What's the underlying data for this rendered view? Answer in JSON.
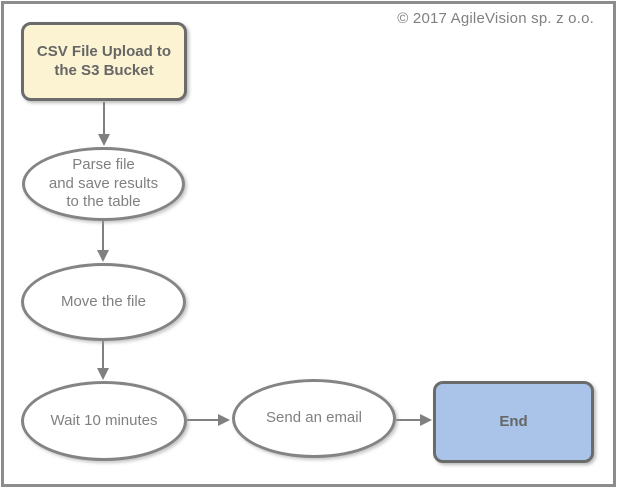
{
  "window": {
    "copyright": "© 2017 AgileVision sp. z o.o."
  },
  "diagram": {
    "type": "flowchart",
    "background": "#FFFFFF",
    "frame_color": "#8C8C8C",
    "arrow_color": "#808080",
    "nodes": [
      {
        "id": "start",
        "shape": "rounded-rectangle",
        "label": "CSV File Upload to the S3 Bucket",
        "fill": "#FBF3D2",
        "border_color": "#6B6B6B",
        "text_color": "#666666",
        "bold": true
      },
      {
        "id": "parse",
        "shape": "ellipse",
        "label": "Parse file and save results to the table",
        "lines": [
          "Parse file",
          "and save results",
          "to the table"
        ],
        "fill": "#FFFFFF",
        "border_color": "#848484",
        "text_color": "#808080"
      },
      {
        "id": "move",
        "shape": "ellipse",
        "label": "Move the file",
        "fill": "#FFFFFF",
        "border_color": "#848484",
        "text_color": "#808080"
      },
      {
        "id": "wait",
        "shape": "ellipse",
        "label": "Wait 10 minutes",
        "fill": "#FFFFFF",
        "border_color": "#848484",
        "text_color": "#808080"
      },
      {
        "id": "send",
        "shape": "ellipse",
        "label": "Send an email",
        "fill": "#FFFFFF",
        "border_color": "#848484",
        "text_color": "#808080"
      },
      {
        "id": "end",
        "shape": "rounded-rectangle",
        "label": "End",
        "fill": "#A9C4E8",
        "border_color": "#6B6B6B",
        "text_color": "#666666",
        "bold": true
      }
    ],
    "edges": [
      {
        "from": "start",
        "to": "parse",
        "direction": "down"
      },
      {
        "from": "parse",
        "to": "move",
        "direction": "down"
      },
      {
        "from": "move",
        "to": "wait",
        "direction": "down"
      },
      {
        "from": "wait",
        "to": "send",
        "direction": "right"
      },
      {
        "from": "send",
        "to": "end",
        "direction": "right"
      }
    ]
  }
}
